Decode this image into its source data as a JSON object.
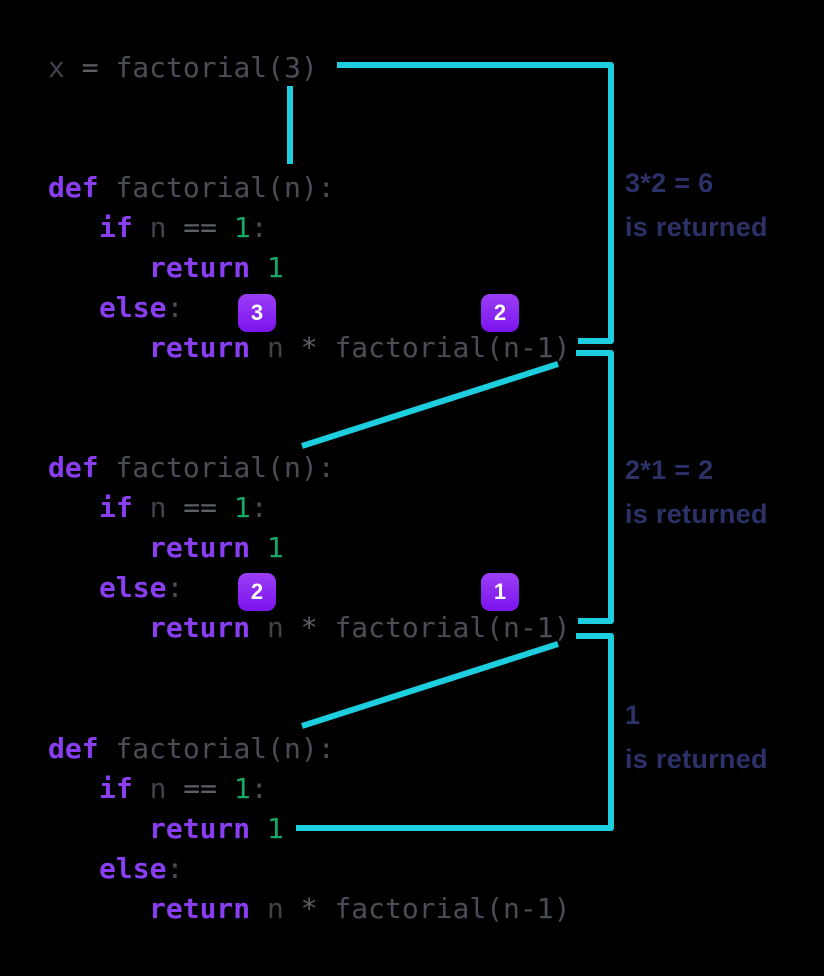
{
  "colors": {
    "background": "#000000",
    "arrow_cyan": "#1dcede",
    "keyword_purple": "#8a3ef2",
    "code_gray": "#4a4e54",
    "identifier_gray": "#3f4348",
    "operator_gray": "#5c6066",
    "number_green": "#16a968",
    "badge_purple_top": "#9a3ff6",
    "badge_purple_bottom": "#7b13ee",
    "badge_text": "#ffffff",
    "annotation_navy": "#2c3168"
  },
  "call_line": {
    "tokens": [
      {
        "t": "x",
        "c": "vr"
      },
      {
        "t": " = ",
        "c": "op"
      },
      {
        "t": "factorial(3)",
        "c": "pl"
      }
    ]
  },
  "blocks": [
    {
      "name": "factorial-frame-n3",
      "lines": [
        {
          "indent": 0,
          "tokens": [
            {
              "t": "def",
              "c": "kw"
            },
            {
              "t": " factorial(n):",
              "c": "pl"
            }
          ]
        },
        {
          "indent": 1,
          "tokens": [
            {
              "t": "if",
              "c": "kw"
            },
            {
              "t": " n ",
              "c": "vr"
            },
            {
              "t": "== ",
              "c": "op"
            },
            {
              "t": "1",
              "c": "nm"
            },
            {
              "t": ":",
              "c": "pl"
            }
          ]
        },
        {
          "indent": 2,
          "tokens": [
            {
              "t": "return",
              "c": "kw"
            },
            {
              "t": " ",
              "c": "pl"
            },
            {
              "t": "1",
              "c": "nm"
            }
          ]
        },
        {
          "indent": 1,
          "tokens": [
            {
              "t": "else",
              "c": "kw"
            },
            {
              "t": ":",
              "c": "pl"
            }
          ]
        },
        {
          "indent": 2,
          "tokens": [
            {
              "t": "return",
              "c": "kw"
            },
            {
              "t": " n ",
              "c": "vr"
            },
            {
              "t": "* ",
              "c": "op"
            },
            {
              "t": "factorial(n-1)",
              "c": "pl"
            }
          ]
        }
      ],
      "badges": [
        {
          "value": "3"
        },
        {
          "value": "2"
        }
      ]
    },
    {
      "name": "factorial-frame-n2",
      "lines": [
        {
          "indent": 0,
          "tokens": [
            {
              "t": "def",
              "c": "kw"
            },
            {
              "t": " factorial(n):",
              "c": "pl"
            }
          ]
        },
        {
          "indent": 1,
          "tokens": [
            {
              "t": "if",
              "c": "kw"
            },
            {
              "t": " n ",
              "c": "vr"
            },
            {
              "t": "== ",
              "c": "op"
            },
            {
              "t": "1",
              "c": "nm"
            },
            {
              "t": ":",
              "c": "pl"
            }
          ]
        },
        {
          "indent": 2,
          "tokens": [
            {
              "t": "return",
              "c": "kw"
            },
            {
              "t": " ",
              "c": "pl"
            },
            {
              "t": "1",
              "c": "nm"
            }
          ]
        },
        {
          "indent": 1,
          "tokens": [
            {
              "t": "else",
              "c": "kw"
            },
            {
              "t": ":",
              "c": "pl"
            }
          ]
        },
        {
          "indent": 2,
          "tokens": [
            {
              "t": "return",
              "c": "kw"
            },
            {
              "t": " n ",
              "c": "vr"
            },
            {
              "t": "* ",
              "c": "op"
            },
            {
              "t": "factorial(n-1)",
              "c": "pl"
            }
          ]
        }
      ],
      "badges": [
        {
          "value": "2"
        },
        {
          "value": "1"
        }
      ]
    },
    {
      "name": "factorial-frame-n1",
      "lines": [
        {
          "indent": 0,
          "tokens": [
            {
              "t": "def",
              "c": "kw"
            },
            {
              "t": " factorial(n):",
              "c": "pl"
            }
          ]
        },
        {
          "indent": 1,
          "tokens": [
            {
              "t": "if",
              "c": "kw"
            },
            {
              "t": " n ",
              "c": "vr"
            },
            {
              "t": "== ",
              "c": "op"
            },
            {
              "t": "1",
              "c": "nm"
            },
            {
              "t": ":",
              "c": "pl"
            }
          ]
        },
        {
          "indent": 2,
          "tokens": [
            {
              "t": "return",
              "c": "kw"
            },
            {
              "t": " ",
              "c": "pl"
            },
            {
              "t": "1",
              "c": "nm"
            }
          ]
        },
        {
          "indent": 1,
          "tokens": [
            {
              "t": "else",
              "c": "kw"
            },
            {
              "t": ":",
              "c": "pl"
            }
          ]
        },
        {
          "indent": 2,
          "tokens": [
            {
              "t": "return",
              "c": "kw"
            },
            {
              "t": " n ",
              "c": "vr"
            },
            {
              "t": "* ",
              "c": "op"
            },
            {
              "t": "factorial(n-1)",
              "c": "pl"
            }
          ]
        }
      ],
      "badges": []
    }
  ],
  "annotations": [
    {
      "line1": "3*2 = 6",
      "line2": "is returned"
    },
    {
      "line1": "2*1 = 2",
      "line2": "is returned"
    },
    {
      "line1": "1",
      "line2": "is returned"
    }
  ]
}
